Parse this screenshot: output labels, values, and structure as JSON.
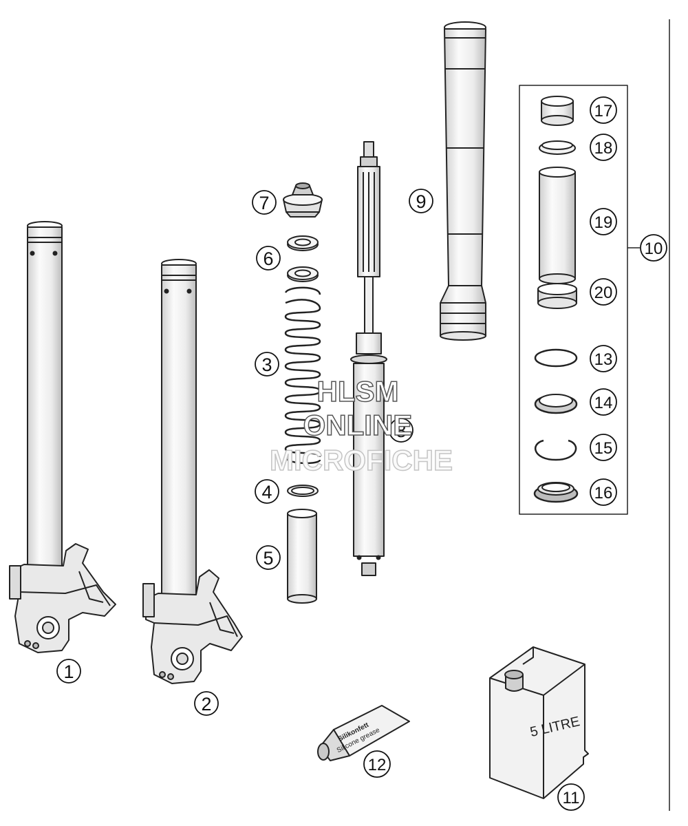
{
  "callouts": {
    "p1": "1",
    "p2": "2",
    "p3": "3",
    "p4": "4",
    "p5": "5",
    "p6": "6",
    "p7": "7",
    "p8": "8",
    "p9": "9",
    "p10": "10",
    "p11": "11",
    "p12": "12",
    "p13": "13",
    "p14": "14",
    "p15": "15",
    "p16": "16",
    "p17": "17",
    "p18": "18",
    "p19": "19",
    "p20": "20"
  },
  "labels": {
    "can": "5 LITRE",
    "tube_brand": "Silikonfett",
    "tube_sub": "Silicone grease"
  },
  "watermark": {
    "line1": "HLSM",
    "line2": "ONLINE",
    "line3": "MICROFICHE"
  },
  "colors": {
    "line": "#222222",
    "fill": "#f2f2f2",
    "shade": "#d6d6d6",
    "watermark": "#bfbfbf"
  }
}
